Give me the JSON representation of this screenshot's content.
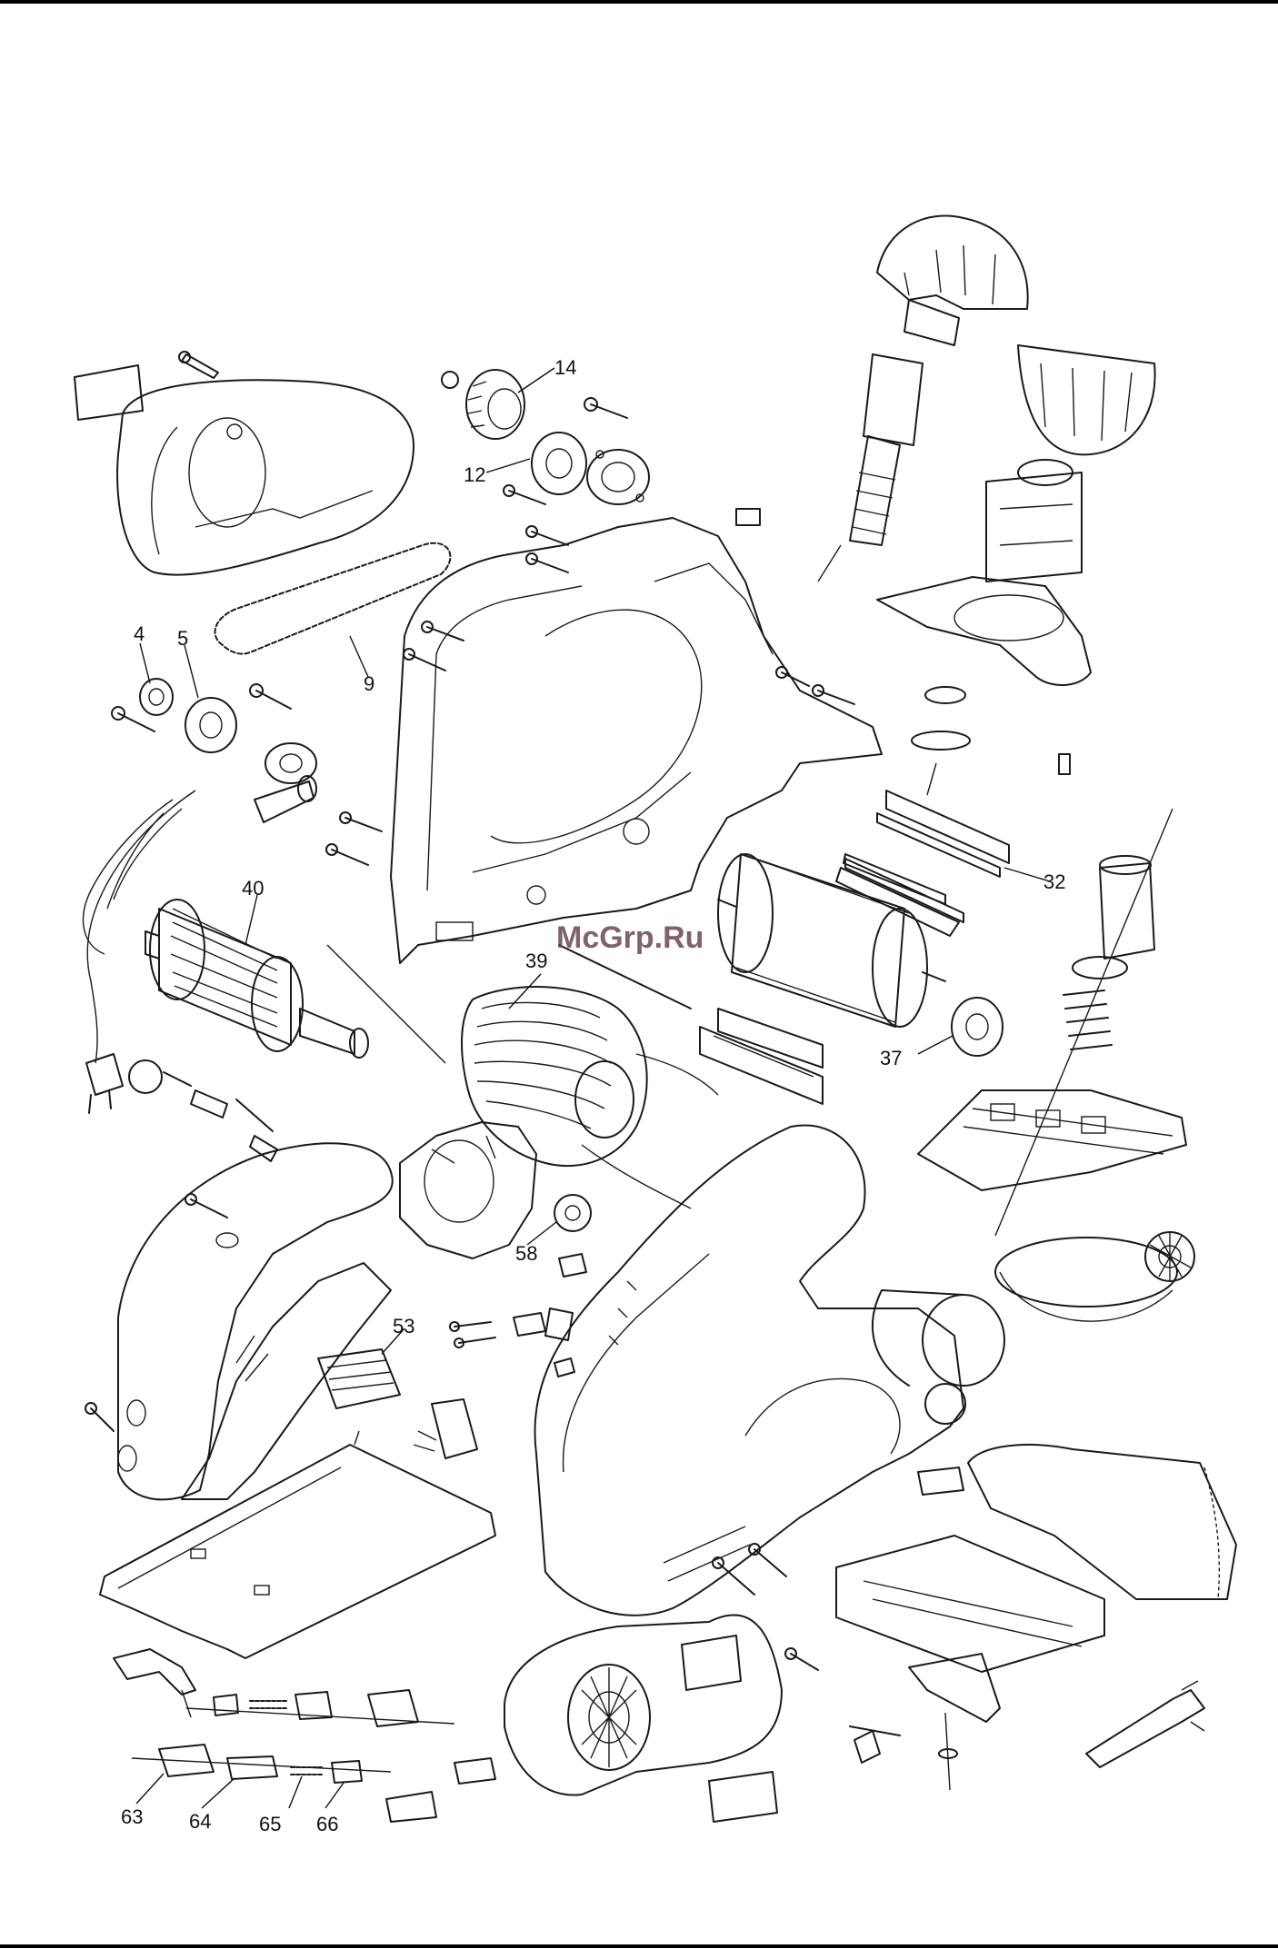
{
  "watermark": "McGrp.Ru",
  "part_labels": [
    {
      "id": "14",
      "text": "14"
    },
    {
      "id": "12",
      "text": "12"
    },
    {
      "id": "4",
      "text": "4"
    },
    {
      "id": "5",
      "text": "5"
    },
    {
      "id": "9",
      "text": "9"
    },
    {
      "id": "40",
      "text": "40"
    },
    {
      "id": "39",
      "text": "39"
    },
    {
      "id": "32",
      "text": "32"
    },
    {
      "id": "37",
      "text": "37"
    },
    {
      "id": "58",
      "text": "58"
    },
    {
      "id": "53",
      "text": "53"
    },
    {
      "id": "63",
      "text": "63"
    },
    {
      "id": "64",
      "text": "64"
    },
    {
      "id": "65",
      "text": "65"
    },
    {
      "id": "66",
      "text": "66"
    }
  ]
}
